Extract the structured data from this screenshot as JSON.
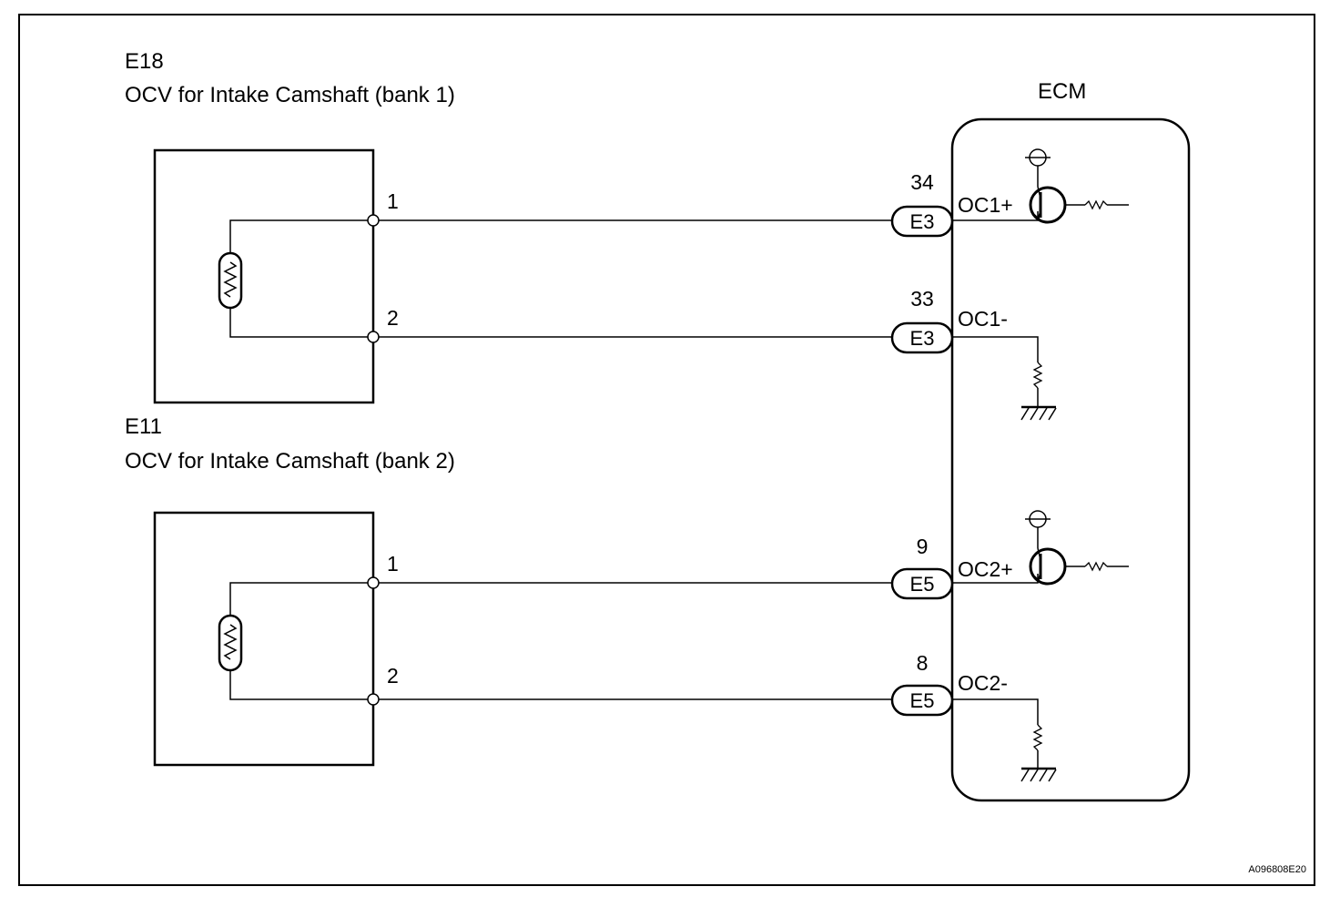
{
  "document_id": "A096808E20",
  "ecm": {
    "title": "ECM"
  },
  "components": [
    {
      "code": "E18",
      "name": "OCV for Intake Camshaft (bank 1)",
      "pins": [
        "1",
        "2"
      ]
    },
    {
      "code": "E11",
      "name": "OCV for Intake Camshaft (bank 2)",
      "pins": [
        "1",
        "2"
      ]
    }
  ],
  "terminals": [
    {
      "pin": "34",
      "connector": "E3",
      "signal": "OC1+"
    },
    {
      "pin": "33",
      "connector": "E3",
      "signal": "OC1-"
    },
    {
      "pin": "9",
      "connector": "E5",
      "signal": "OC2+"
    },
    {
      "pin": "8",
      "connector": "E5",
      "signal": "OC2-"
    }
  ]
}
